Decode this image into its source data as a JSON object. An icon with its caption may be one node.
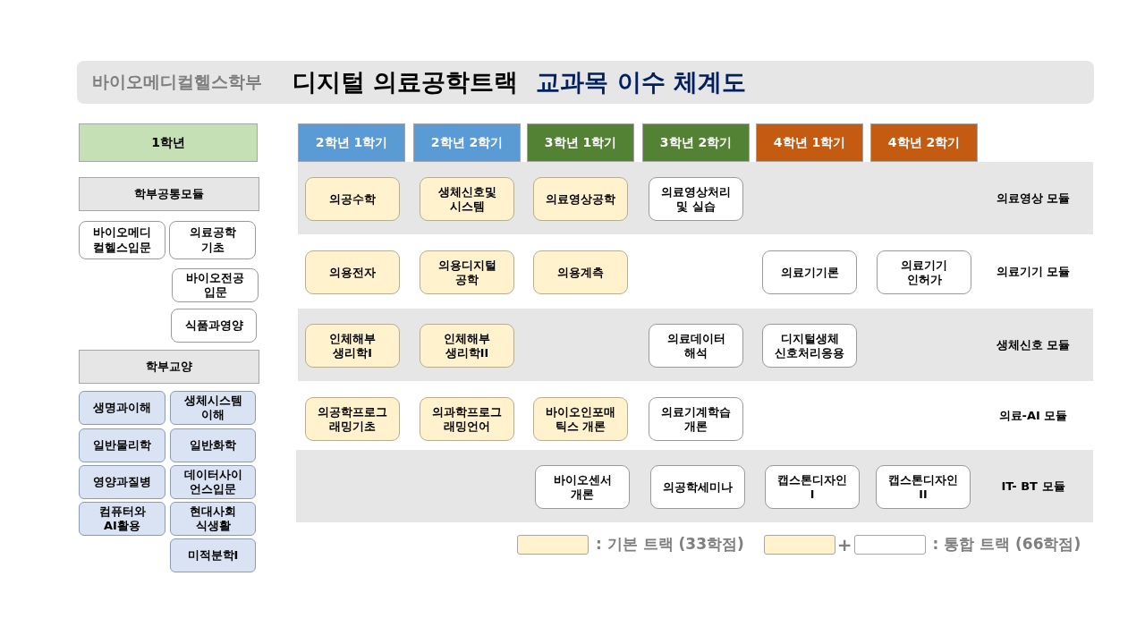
{
  "diagram": {
    "nodes": [
      {
        "text": [
          "바이오메디컬헬스학부",
          "**디지털 의료공학**트랙",
          "교과목 이수 체계도"
        ]
      },
      {
        "text": [
          "1학년"
        ]
      },
      {
        "text": [
          "학부공통모듈"
        ]
      },
      {
        "text": [
          "바이오메디 컬헬스입문"
        ]
      },
      {
        "text": [
          "의료공학 기초"
        ]
      },
      {
        "text": [
          "바이오전공 입문"
        ]
      },
      {
        "text": [
          "식품과영양"
        ]
      },
      {
        "text": [
          "학부교양"
        ]
      },
      {
        "text": [
          "생명과이해"
        ]
      },
      {
        "text": [
          "생체시스템 이해"
        ]
      },
      {
        "text": [
          "일반물리학"
        ]
      },
      {
        "text": [
          "일반화학"
        ]
      },
      {
        "text": [
          "영양과질병"
        ]
      },
      {
        "text": [
          "데이터사이 언스입문"
        ]
      },
      {
        "text": [
          "컴퓨터와 AI활용"
        ]
      },
      {
        "text": [
          "현대사회 식생활"
        ]
      },
      {
        "text": [
          "미적분학I"
        ]
      },
      {
        "text": [
          "2학년 1학기"
        ]
      },
      {
        "text": [
          "2학년 2학기"
        ]
      },
      {
        "text": [
          "3학년 1학기"
        ]
      },
      {
        "text": [
          "3학년 2학기"
        ]
      },
      {
        "text": [
          "4학년 1학기"
        ]
      },
      {
        "text": [
          "4학년 2학기"
        ]
      },
      {
        "text": [
          "의료영상 모듈"
        ]
      },
      {
        "text": [
          "의공수학"
        ],
        "in": 23
      },
      {
        "text": [
          "생체신호및 시스템"
        ],
        "in": 23
      },
      {
        "text": [
          "의료영상공학"
        ],
        "in": 23
      },
      {
        "text": [
          "의료영상처리 및 실습"
        ],
        "in": 23
      },
      {
        "text": [
          "의료기기 모듈"
        ]
      },
      {
        "text": [
          "의용전자"
        ],
        "in": 28
      },
      {
        "text": [
          "의용디지털 공학"
        ],
        "in": 28
      },
      {
        "text": [
          "의용계측"
        ],
        "in": 28
      },
      {
        "text": [
          "의료기기론"
        ],
        "in": 28
      },
      {
        "text": [
          "의료기기 인허가"
        ],
        "in": 28
      },
      {
        "text": [
          "생체신호 모듈"
        ]
      },
      {
        "text": [
          "인체해부 생리학I"
        ],
        "in": 34
      },
      {
        "text": [
          "인체해부 생리학II"
        ],
        "in": 34
      },
      {
        "text": [
          "의료데이터 해석"
        ],
        "in": 34
      },
      {
        "text": [
          "디지털생체 신호처리응용"
        ],
        "in": 34
      },
      {
        "text": [
          "의료-AI 모듈"
        ]
      },
      {
        "text": [
          "의공학프로그 래밍기초"
        ],
        "in": 39
      },
      {
        "text": [
          "의과학프로그 래밍언어"
        ],
        "in": 39
      },
      {
        "text": [
          "바이오인포매 틱스 개론"
        ],
        "in": 39
      },
      {
        "text": [
          "의료기계학습 개론"
        ],
        "in": 39
      },
      {
        "text": [
          "IT- BT 모듈"
        ]
      },
      {
        "text": [
          "바이오센서 개론"
        ],
        "in": 44
      },
      {
        "text": [
          "의공학세미나"
        ],
        "in": 44
      },
      {
        "text": [
          "캡스톤디자인 I"
        ],
        "in": 44
      },
      {
        "text": [
          "캡스톤디자인 II"
        ],
        "in": 44
      }
    ],
    "labels": [
      "+"
    ],
    "legend": [
      {
        "text": ": 기본 트랙 (33학점)",
        "color": "#fff2cc"
      },
      {
        "text": ": 통합 트랙 (66학점)",
        "color": "#ffffff"
      }
    ]
  }
}
